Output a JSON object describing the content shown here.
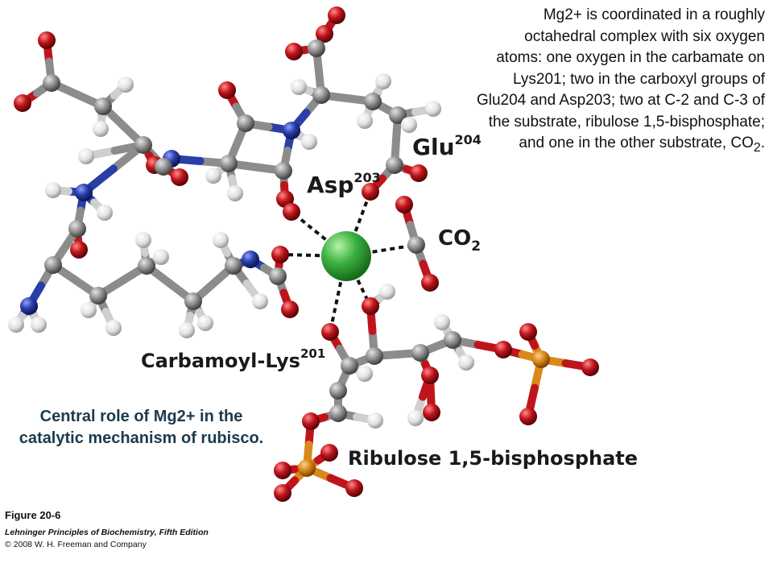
{
  "description": {
    "text_before_sub": "Mg2+ is coordinated in a roughly octahedral complex with six oxygen atoms: one oxygen in the carbamate on Lys201; two in the carboxyl groups of Glu204 and Asp203; two at C-2 and C-3 of the substrate, ribulose 1,5-bisphosphate; and one in the other substrate, CO",
    "subscript": "2",
    "text_after_sub": "."
  },
  "labels": {
    "glu": {
      "name": "Glu",
      "number": "204"
    },
    "asp": {
      "name": "Asp",
      "number": "203"
    },
    "co2": {
      "name": "CO",
      "sub": "2"
    },
    "lys": {
      "name": "Carbamoyl-Lys",
      "number": "201"
    },
    "rubp": {
      "name": "Ribulose 1,5-bisphosphate"
    }
  },
  "caption": "Central role of Mg2+ in the catalytic mechanism of rubisco.",
  "figure": {
    "label": "Figure 20-6",
    "book": "Lehninger Principles of Biochemistry, Fifth Edition",
    "copyright": "© 2008 W. H. Freeman and Company"
  },
  "colors": {
    "carbon": "#8c8c8c",
    "oxygen": "#c0141c",
    "nitrogen": "#2a3ea8",
    "hydrogen": "#e6e6e6",
    "phosphorus": "#d9881c",
    "magnesium": "#3cb040",
    "caption": "#1b3a4e"
  }
}
